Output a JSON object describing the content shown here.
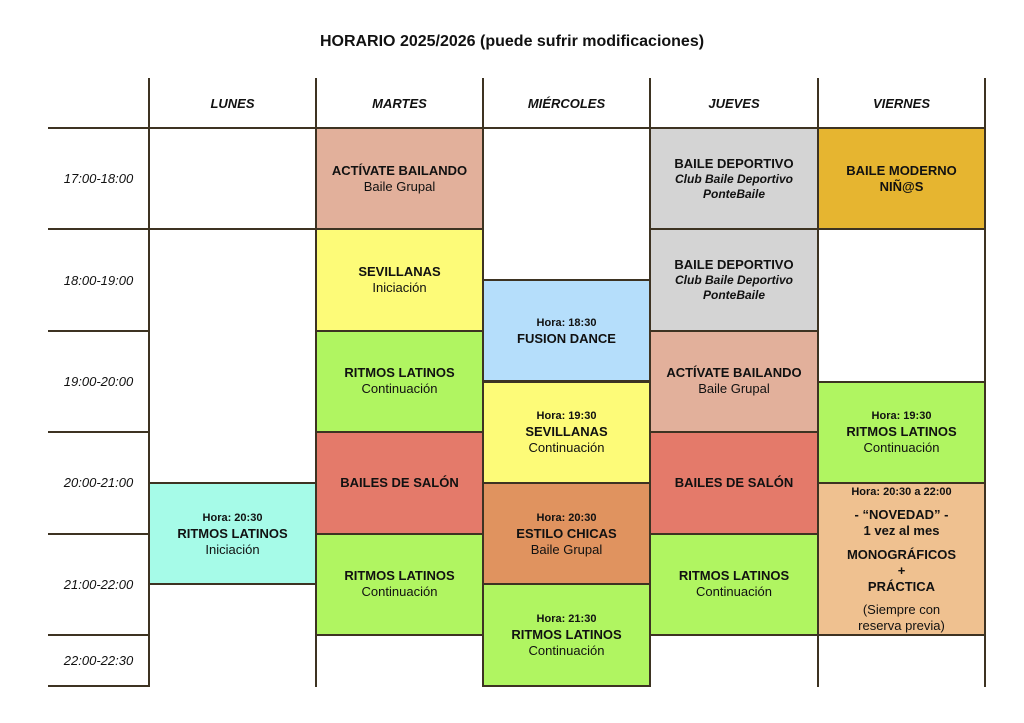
{
  "title": "HORARIO 2025/2026 (puede sufrir modificaciones)",
  "days": [
    "LUNES",
    "MARTES",
    "MIÉRCOLES",
    "JUEVES",
    "VIERNES"
  ],
  "time_slots": [
    "17:00-18:00",
    "18:00-19:00",
    "19:00-20:00",
    "20:00-21:00",
    "21:00-22:00",
    "22:00-22:30"
  ],
  "colors": {
    "activate": "#e2b09b",
    "sevillanas": "#fdfb78",
    "ritmos": "#b0f561",
    "salon": "#e47a6a",
    "fusion": "#b5defb",
    "estilo": "#e0935f",
    "deportivo": "#d4d4d4",
    "moderno": "#e6b530",
    "lunes_ritmos": "#a6fbe8",
    "monograficos": "#efc190"
  },
  "classes": [
    {
      "day": 1,
      "start": 17,
      "end": 18,
      "color": "activate",
      "lines": [
        {
          "k": "t",
          "v": "ACTÍVATE BAILANDO"
        },
        {
          "k": "s",
          "v": "Baile Grupal"
        }
      ]
    },
    {
      "day": 1,
      "start": 18,
      "end": 19,
      "color": "sevillanas",
      "lines": [
        {
          "k": "t",
          "v": "SEVILLANAS"
        },
        {
          "k": "s",
          "v": "Iniciación"
        }
      ]
    },
    {
      "day": 1,
      "start": 19,
      "end": 20,
      "color": "ritmos",
      "lines": [
        {
          "k": "t",
          "v": "RITMOS LATINOS"
        },
        {
          "k": "s",
          "v": "Continuación"
        }
      ]
    },
    {
      "day": 1,
      "start": 20,
      "end": 21,
      "color": "salon",
      "lines": [
        {
          "k": "t",
          "v": "BAILES DE SALÓN"
        }
      ]
    },
    {
      "day": 1,
      "start": 21,
      "end": 22,
      "color": "ritmos",
      "lines": [
        {
          "k": "t",
          "v": "RITMOS LATINOS"
        },
        {
          "k": "s",
          "v": "Continuación"
        }
      ]
    },
    {
      "day": 2,
      "start": 18.5,
      "end": 19.5,
      "color": "fusion",
      "lines": [
        {
          "k": "hora",
          "v": "Hora: 18:30"
        },
        {
          "k": "t",
          "v": "FUSION DANCE"
        }
      ]
    },
    {
      "day": 2,
      "start": 19.5,
      "end": 20.5,
      "color": "sevillanas",
      "lines": [
        {
          "k": "hora",
          "v": "Hora: 19:30"
        },
        {
          "k": "t",
          "v": "SEVILLANAS"
        },
        {
          "k": "s",
          "v": "Continuación"
        }
      ]
    },
    {
      "day": 2,
      "start": 20.5,
      "end": 21.5,
      "color": "estilo",
      "lines": [
        {
          "k": "hora",
          "v": "Hora: 20:30"
        },
        {
          "k": "t",
          "v": "ESTILO CHICAS"
        },
        {
          "k": "s",
          "v": "Baile Grupal"
        }
      ]
    },
    {
      "day": 2,
      "start": 21.5,
      "end": 22.5,
      "color": "ritmos",
      "lines": [
        {
          "k": "hora",
          "v": "Hora: 21:30"
        },
        {
          "k": "t",
          "v": "RITMOS LATINOS"
        },
        {
          "k": "s",
          "v": "Continuación"
        }
      ]
    },
    {
      "day": 3,
      "start": 17,
      "end": 18,
      "color": "deportivo",
      "lines": [
        {
          "k": "t",
          "v": "BAILE DEPORTIVO"
        },
        {
          "k": "i",
          "v": "Club Baile Deportivo"
        },
        {
          "k": "i",
          "v": "PonteBaile"
        }
      ]
    },
    {
      "day": 3,
      "start": 18,
      "end": 19,
      "color": "deportivo",
      "lines": [
        {
          "k": "t",
          "v": "BAILE DEPORTIVO"
        },
        {
          "k": "i",
          "v": "Club Baile Deportivo"
        },
        {
          "k": "i",
          "v": "PonteBaile"
        }
      ]
    },
    {
      "day": 3,
      "start": 19,
      "end": 20,
      "color": "activate",
      "lines": [
        {
          "k": "t",
          "v": "ACTÍVATE BAILANDO"
        },
        {
          "k": "s",
          "v": "Baile Grupal"
        }
      ]
    },
    {
      "day": 3,
      "start": 20,
      "end": 21,
      "color": "salon",
      "lines": [
        {
          "k": "t",
          "v": "BAILES DE SALÓN"
        }
      ]
    },
    {
      "day": 3,
      "start": 21,
      "end": 22,
      "color": "ritmos",
      "lines": [
        {
          "k": "t",
          "v": "RITMOS LATINOS"
        },
        {
          "k": "s",
          "v": "Continuación"
        }
      ]
    },
    {
      "day": 4,
      "start": 17,
      "end": 18,
      "color": "moderno",
      "lines": [
        {
          "k": "t",
          "v": "BAILE MODERNO"
        },
        {
          "k": "t",
          "v": "NIÑ@S"
        }
      ]
    },
    {
      "day": 4,
      "start": 19.5,
      "end": 20.5,
      "color": "ritmos",
      "lines": [
        {
          "k": "hora",
          "v": "Hora: 19:30"
        },
        {
          "k": "t",
          "v": "RITMOS LATINOS"
        },
        {
          "k": "s",
          "v": "Continuación"
        }
      ]
    },
    {
      "day": 4,
      "start": 20.5,
      "end": 22,
      "color": "monograficos",
      "lines": [
        {
          "k": "hora",
          "v": "Hora: 20:30 a 22:00"
        },
        {
          "k": "gap",
          "v": ""
        },
        {
          "k": "t",
          "v": "- “NOVEDAD” -"
        },
        {
          "k": "t",
          "v": "1 vez al mes"
        },
        {
          "k": "gap",
          "v": ""
        },
        {
          "k": "t",
          "v": "MONOGRÁFICOS"
        },
        {
          "k": "t",
          "v": "+"
        },
        {
          "k": "t",
          "v": "PRÁCTICA"
        },
        {
          "k": "gap",
          "v": ""
        },
        {
          "k": "s",
          "v": "(Siempre con"
        },
        {
          "k": "s",
          "v": "reserva previa)"
        }
      ]
    },
    {
      "day": 0,
      "start": 20.5,
      "end": 21.5,
      "color": "lunes_ritmos",
      "lines": [
        {
          "k": "hora",
          "v": "Hora: 20:30"
        },
        {
          "k": "t",
          "v": "RITMOS LATINOS"
        },
        {
          "k": "s",
          "v": "Iniciación"
        }
      ]
    }
  ]
}
